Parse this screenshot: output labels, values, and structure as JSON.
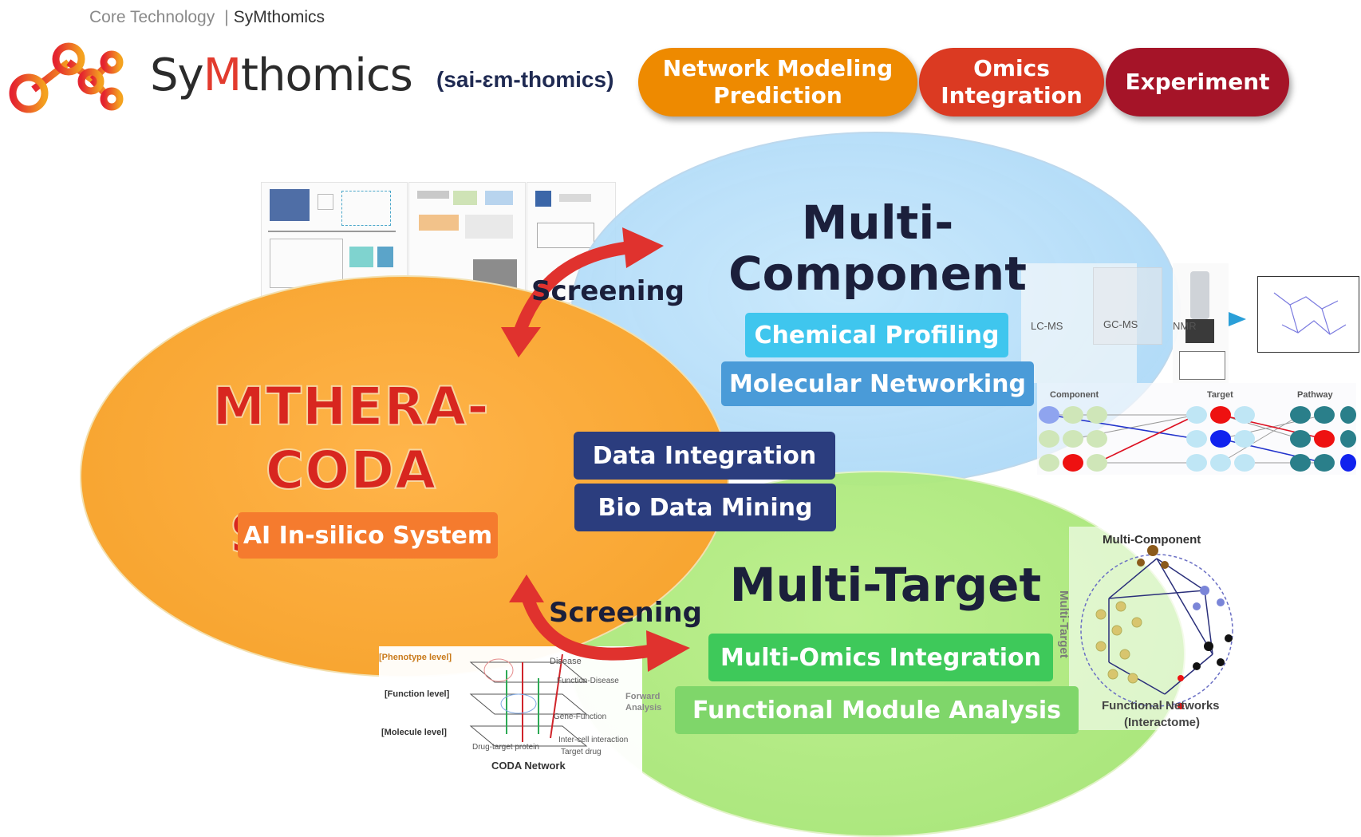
{
  "header": {
    "breadcrumb_section": "Core Technology",
    "breadcrumb_separator": "|",
    "breadcrumb_current": "SyMthomics",
    "logo_prefix": "Sy",
    "logo_highlight": "M",
    "logo_suffix": "thomics",
    "pronunciation": "(sai-ɛm-thomics)"
  },
  "pills": [
    {
      "label": "Network Modeling\nPrediction",
      "color": "#ee8a00"
    },
    {
      "label": "Omics\nIntegration",
      "color": "#db3a22"
    },
    {
      "label": "Experiment",
      "color": "#a51428"
    }
  ],
  "center": {
    "title": "MTHERA-\nCODA SYSTEM",
    "subtitle": "AI In-silico System",
    "data_integration": "Data Integration",
    "bio_data_mining": "Bio Data Mining"
  },
  "component": {
    "title_line1": "Multi-",
    "title_line2": "Component",
    "tag1": "Chemical Profiling",
    "tag2": "Molecular Networking"
  },
  "target": {
    "title": "Multi-Target",
    "tag1": "Multi-Omics Integration",
    "tag2": "Functional Module Analysis"
  },
  "screening": {
    "top": "Screening",
    "bottom": "Screening"
  },
  "instruments": {
    "lcms": "LC-MS",
    "gcms": "GC-MS",
    "nmr": "NMR"
  },
  "network_columns": {
    "component": "Component",
    "target": "Target",
    "pathway": "Pathway"
  },
  "coda_figure": {
    "phenotype_level": "[Phenotype level]",
    "function_level": "[Function level]",
    "molecule_level": "[Molecule level]",
    "disease": "Disease",
    "function_disease": "Function-Disease",
    "gene_function": "Gene-Function",
    "inter_cell": "Inter-cell interaction",
    "target_drug": "Target drug",
    "drug_target_protein": "Drug-target protein",
    "caption": "CODA Network",
    "forward_analysis": "Forward\nAnalysis"
  },
  "interactome": {
    "top": "Multi-Component",
    "side": "Multi-Target",
    "bottom_line1": "Functional Networks",
    "bottom_line2": "(Interactome)"
  },
  "colors": {
    "orange_oval": "#f8a632",
    "blue_oval": "#bfe2fa",
    "green_oval": "#b0ea7e",
    "cyan_tag": "#3fc6ee",
    "blue_tag": "#4a9bd8",
    "navy_tag": "#2b3d7e",
    "green_tag": "#3ec95a",
    "light_green_tag": "#7fd66a",
    "orange_tag": "#f57b2e",
    "arrow_red": "#e0322e"
  }
}
